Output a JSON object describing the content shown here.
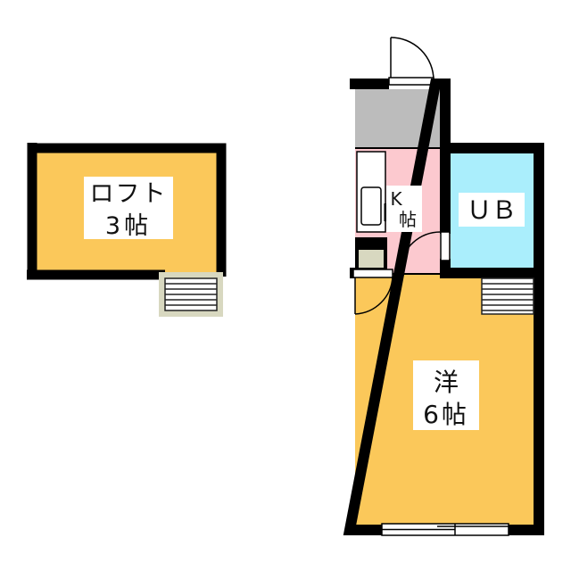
{
  "rooms": {
    "loft": {
      "name": "ロフト",
      "size": "3帖"
    },
    "kitchen": {
      "name": "K",
      "size": "帖"
    },
    "bath": {
      "name": "ＵＢ"
    },
    "western": {
      "name": "洋",
      "size": "6帖"
    }
  },
  "colors": {
    "wall": "#000000",
    "room_floor": "#fbc85a",
    "kitchen_floor": "#fcc9cf",
    "bath_floor": "#aaeefc",
    "entrance_floor": "#bcbcbc",
    "stairs_bg": "#d8d8c0",
    "label_bg": "#ffffff"
  }
}
